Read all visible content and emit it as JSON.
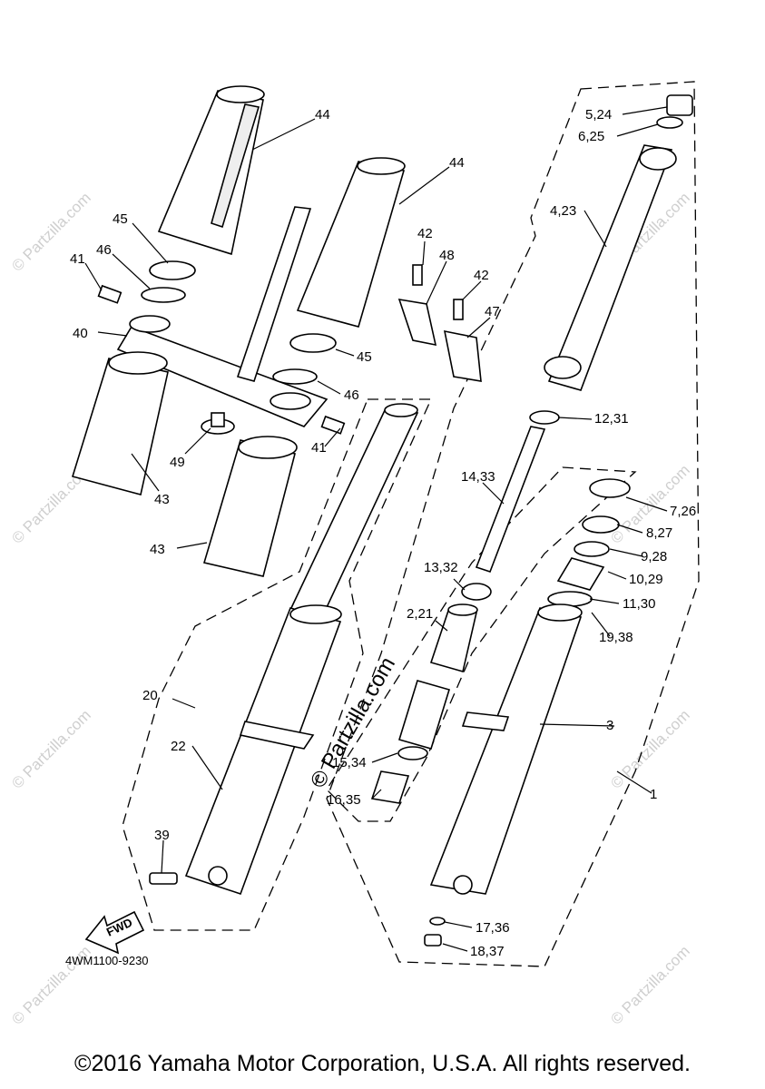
{
  "diagram_id": "4WM1100-9230",
  "copyright": "©2016 Yamaha Motor Corporation, U.S.A. All rights reserved.",
  "watermark": "© Partzilla.com",
  "fwd_label": "FWD",
  "callouts": {
    "c44a": "44",
    "c44b": "44",
    "c45a": "45",
    "c45b": "45",
    "c46a": "46",
    "c46b": "46",
    "c41a": "41",
    "c41b": "41",
    "c40": "40",
    "c42a": "42",
    "c42b": "42",
    "c48": "48",
    "c47": "47",
    "c49": "49",
    "c43a": "43",
    "c43b": "43",
    "c5_24": "5,24",
    "c6_25": "6,25",
    "c4_23": "4,23",
    "c12_31": "12,31",
    "c14_33": "14,33",
    "c7_26": "7,26",
    "c8_27": "8,27",
    "c9_28": "9,28",
    "c10_29": "10,29",
    "c11_30": "11,30",
    "c13_32": "13,32",
    "c19_38": "19,38",
    "c2_21": "2,21",
    "c20": "20",
    "c22": "22",
    "c3": "3",
    "c15_34": "15,34",
    "c16_35": "16,35",
    "c1": "1",
    "c39": "39",
    "c17_36": "17,36",
    "c18_37": "18,37"
  }
}
